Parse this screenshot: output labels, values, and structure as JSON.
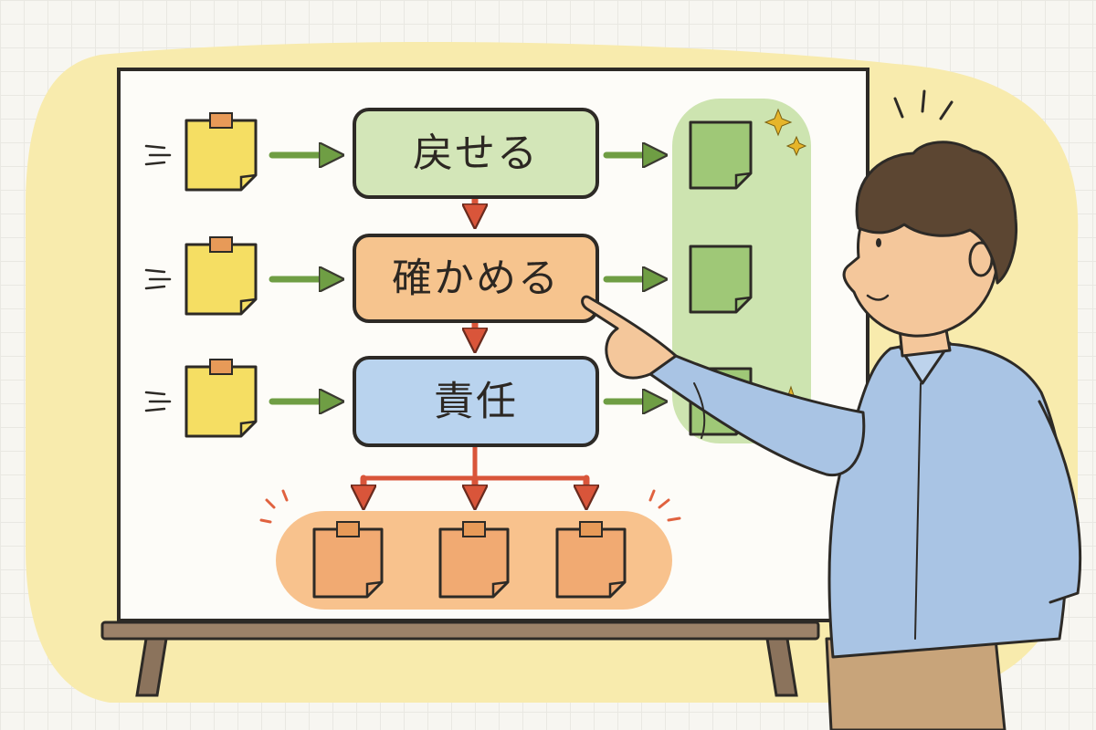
{
  "diagram": {
    "boxes": [
      {
        "label": "戻せる",
        "color": "#d3e6b8"
      },
      {
        "label": "確かめる",
        "color": "#f6c48e"
      },
      {
        "label": "責任",
        "color": "#b9d3ee"
      }
    ],
    "colors": {
      "highlight_background": "#f8ebad",
      "input_note": "#f5de63",
      "output_note": "#9fc877",
      "output_zone": "#cde4b0",
      "result_note": "#f1aa72",
      "result_zone": "#f8c28d",
      "flow_arrow": "#6f9e44",
      "down_arrow": "#d9553a"
    },
    "inputs": {
      "count": 3
    },
    "outputs": {
      "count": 3
    },
    "results": {
      "count": 3
    }
  },
  "person": {
    "action": "pointing-at-board"
  }
}
